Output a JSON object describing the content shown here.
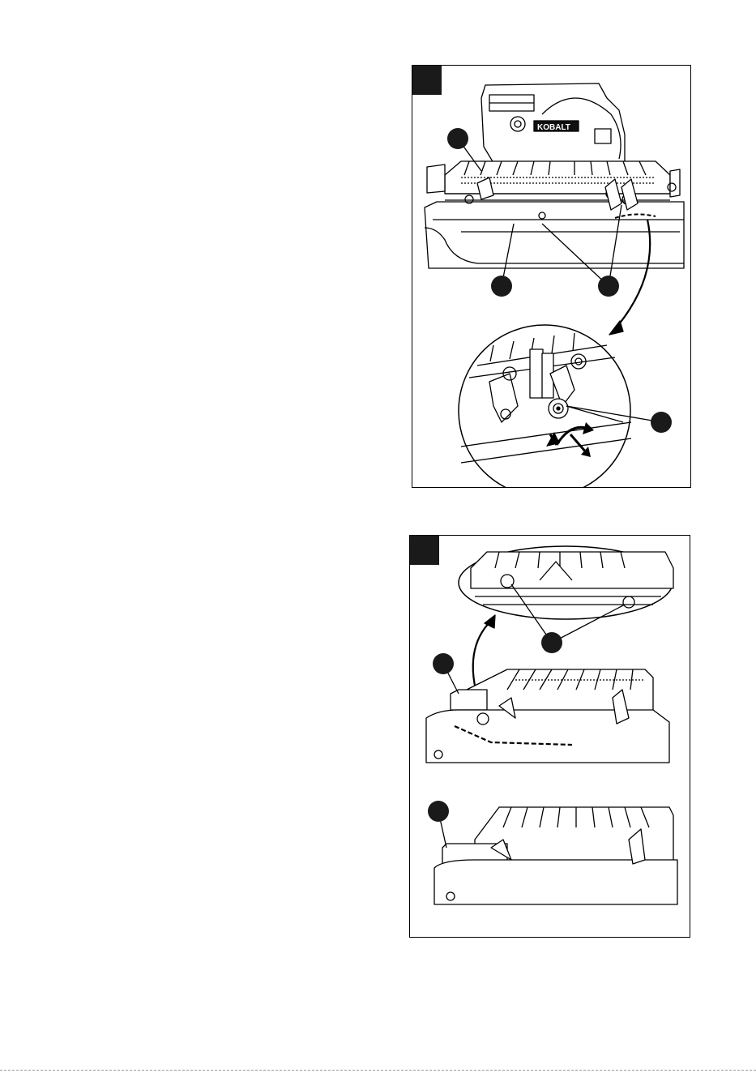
{
  "figures": [
    {
      "id": "figure-1",
      "brand_text": "KOBALT",
      "tab_color": "#1a1a1a",
      "callout_color": "#1a1a1a",
      "callouts": [
        "",
        "",
        "",
        ""
      ]
    },
    {
      "id": "figure-2",
      "tab_color": "#1a1a1a",
      "callout_color": "#1a1a1a",
      "callouts": [
        "",
        "",
        ""
      ]
    }
  ],
  "icons": [
    "rotate-arrow-icon",
    "pull-arrow-icon",
    "curved-pointer-arrow-icon"
  ]
}
